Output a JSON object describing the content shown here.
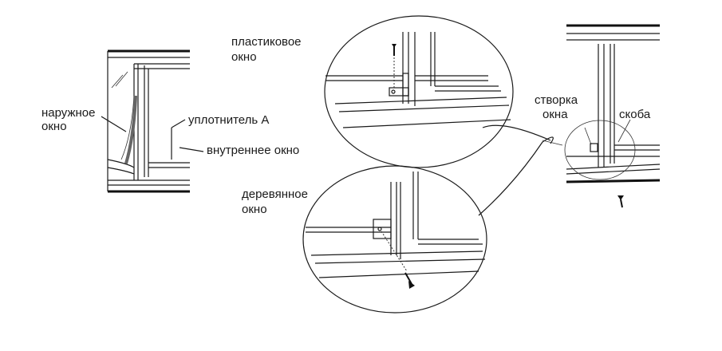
{
  "labels": {
    "outer_window": [
      "наружное",
      "окно"
    ],
    "seal_a": "уплотнитель А",
    "inner_window": "внутреннее окно",
    "plastic_window": [
      "пластиковое",
      "окно"
    ],
    "wooden_window": [
      "деревянное",
      "окно"
    ],
    "sash": [
      "створка",
      "окна"
    ],
    "bracket": "скоба"
  }
}
